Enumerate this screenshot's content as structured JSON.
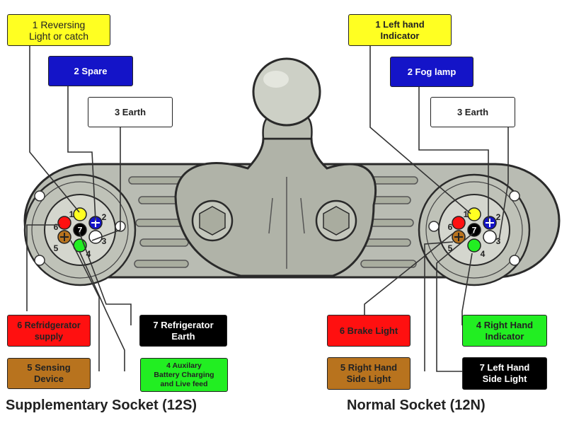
{
  "colors": {
    "yellow": "#ffff22",
    "blue": "#1414c8",
    "white": "#ffffff",
    "red": "#ff1010",
    "black": "#000000",
    "green": "#22ee22",
    "brown": "#b8731e",
    "plate": "#b9bcb3",
    "plate_edge": "#2a2a2a",
    "wire": "#333333"
  },
  "supplementary": {
    "caption": "Supplementary Socket (12S)",
    "labels": {
      "pin1": "1 Reversing\nLight or catch",
      "pin2": "2 Spare",
      "pin3": "3 Earth",
      "pin6": "6 Refridgerator\nsupply",
      "pin7": "7 Refrigerator\nEarth",
      "pin5": "5 Sensing\nDevice",
      "pin4": "4 Auxilary\nBattery Charging\nand Live feed"
    },
    "pin_numbers": [
      "1",
      "2",
      "3",
      "4",
      "5",
      "6",
      "7"
    ]
  },
  "normal": {
    "caption": "Normal Socket (12N)",
    "labels": {
      "pin1": "1 Left hand\nIndicator",
      "pin2": "2 Fog lamp",
      "pin3": "3 Earth",
      "pin6": "6 Brake Light",
      "pin4": "4 Right Hand\nIndicator",
      "pin5": "5 Right Hand\nSide Light",
      "pin7": "7 Left Hand\nSide Light"
    },
    "pin_numbers": [
      "1",
      "2",
      "3",
      "4",
      "5",
      "6",
      "7"
    ]
  }
}
